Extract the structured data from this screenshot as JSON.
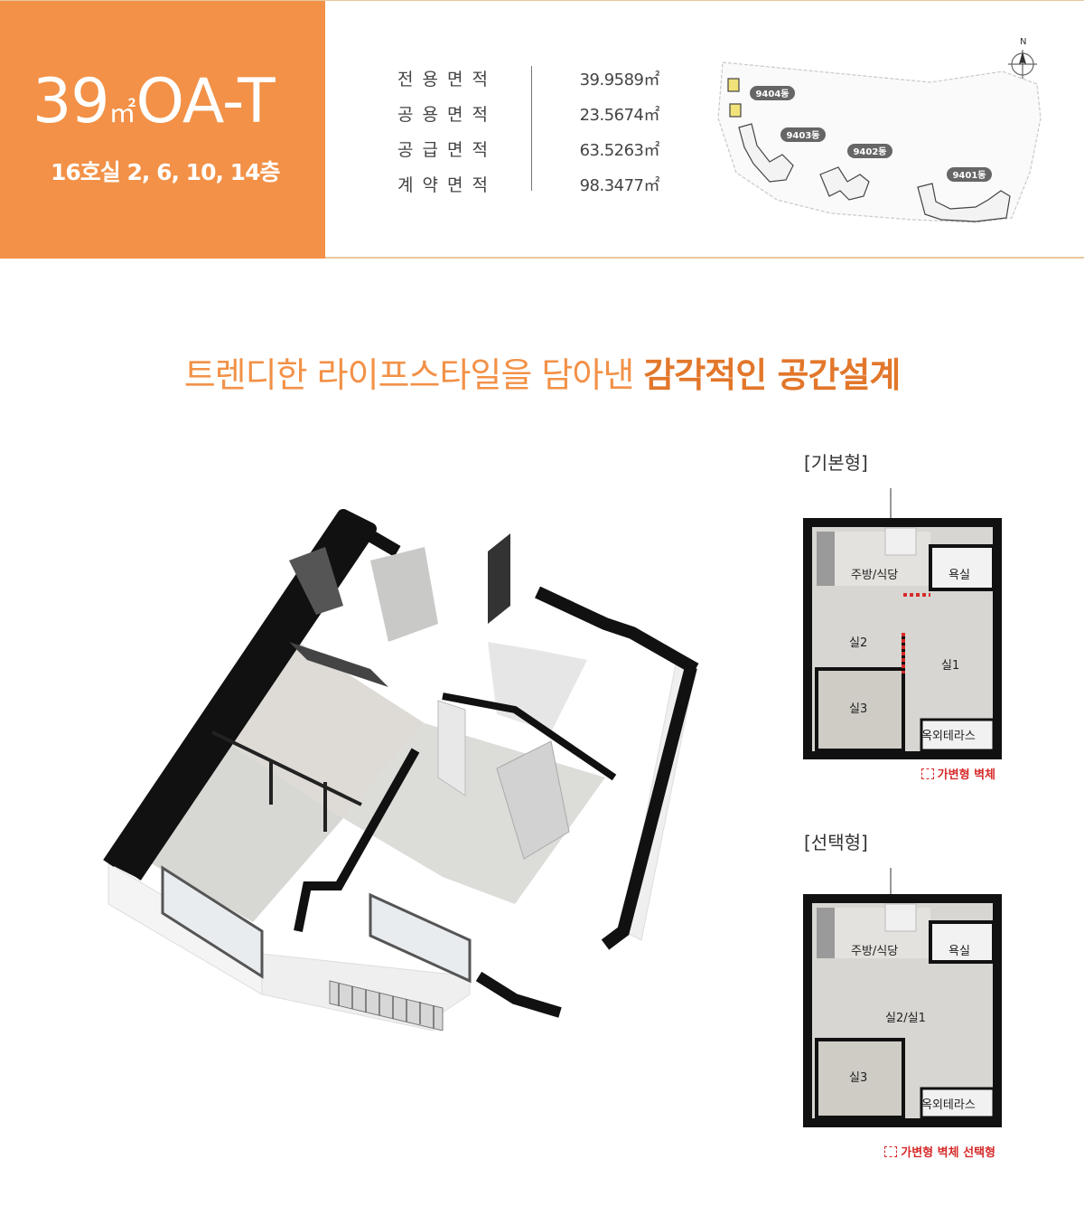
{
  "unit_type": {
    "size": "39",
    "unit": "㎡",
    "code": "OA-T",
    "units_label": "16호실 2, 6, 10, 14층"
  },
  "areas": [
    {
      "label": "전용면적",
      "value": "39.9589㎡"
    },
    {
      "label": "공용면적",
      "value": "23.5674㎡"
    },
    {
      "label": "공급면적",
      "value": "63.5263㎡"
    },
    {
      "label": "계약면적",
      "value": "98.3477㎡"
    }
  ],
  "siteplan": {
    "north": "N",
    "buildings": [
      "9404동",
      "9403동",
      "9402동",
      "9401동"
    ],
    "highlight_color": "#f2e27a"
  },
  "headline": {
    "normal": "트렌디한 라이프스타일을 담아낸 ",
    "emphasis": "감각적인 공간설계"
  },
  "plans": {
    "basic": {
      "title": "[기본형]",
      "rooms": {
        "kitchen": "주방/식당",
        "bath": "욕실",
        "room2": "실2",
        "room1": "실1",
        "room3": "실3",
        "terrace": "옥외테라스"
      },
      "legend": "가변형 벽체"
    },
    "option": {
      "title": "[선택형]",
      "rooms": {
        "kitchen": "주방/식당",
        "bath": "욕실",
        "room21": "실2/실1",
        "room3": "실3",
        "terrace": "옥외테라스"
      },
      "legend": "가변형 벽체 선택형"
    }
  },
  "colors": {
    "accent": "#f29147",
    "accent_dark": "#e2772b",
    "rule": "#e9c79d",
    "variable_wall": "#d62a2a"
  }
}
